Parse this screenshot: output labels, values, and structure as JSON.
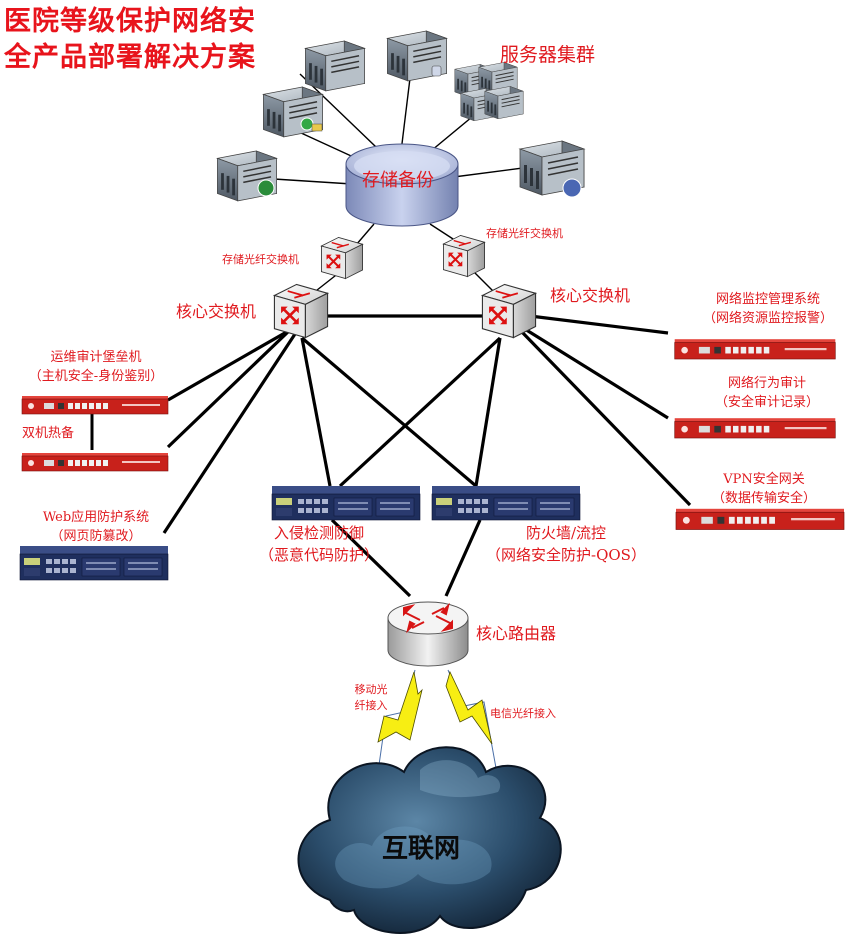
{
  "title": {
    "line1": "医院等级保护网络安",
    "line2": "全产品部署解决方案"
  },
  "labels": {
    "server_cluster": "服务器集群",
    "storage_backup": "存储备份",
    "storage_switch_left": "存储光纤交换机",
    "storage_switch_right": "存储光纤交换机",
    "core_switch_left": "核心交换机",
    "core_switch_right": "核心交换机",
    "bastion_line1": "运维审计堡垒机",
    "bastion_line2": "（主机安全-身份鉴别）",
    "hot_standby": "双机热备",
    "waf_line1": "Web应用防护系统",
    "waf_line2": "（网页防篡改）",
    "ids_line1": "入侵检测防御",
    "ids_line2": "（恶意代码防护）",
    "fw_line1": "防火墙/流控",
    "fw_line2": "（网络安全防护-QOS）",
    "monitor_line1": "网络监控管理系统",
    "monitor_line2": "（网络资源监控报警）",
    "behavior_line1": "网络行为审计",
    "behavior_line2": "（安全审计记录）",
    "vpn_line1": "VPN安全网关",
    "vpn_line2": "（数据传输安全）",
    "core_router": "核心路由器",
    "mobile_fiber_line1": "移动光",
    "mobile_fiber_line2": "纤接入",
    "telecom_fiber": "电信光纤接入",
    "internet": "互联网"
  },
  "icons": {
    "server": "server-tower-icon",
    "storage": "storage-disk-icon",
    "switch": "switch-cube-icon",
    "router": "router-icon",
    "appliance": "rack-appliance-icon",
    "cloud": "internet-cloud-icon",
    "lightning": "lightning-link-icon"
  },
  "colors": {
    "title_red": "#e8141c",
    "label_red": "#e01a1f",
    "appliance_red": "#c8211b",
    "appliance_blue": "#1f2f5e",
    "link_black": "#000000",
    "lightning_yellow": "#f7ee13",
    "cloud_dark": "#1b3550"
  }
}
